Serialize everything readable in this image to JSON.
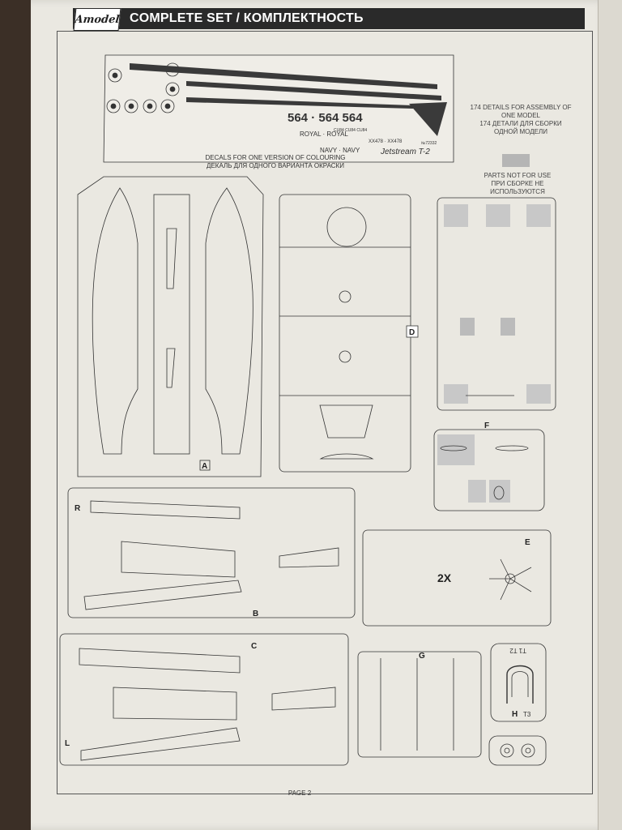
{
  "header": {
    "logo_text": "Amodel",
    "title": "COMPLETE SET / КОМПЛЕКТНОСТЬ"
  },
  "info": {
    "details_en": "174 DETAILS FOR ASSEMBLY OF ONE MODEL",
    "details_ru": "174 ДЕТАЛИ ДЛЯ СБОРКИ ОДНОЙ МОДЕЛИ",
    "not_used_en": "PARTS NOT FOR USE",
    "not_used_ru": "ПРИ СБОРКЕ НЕ ИСПОЛЬЗУЮТСЯ"
  },
  "decals": {
    "caption_en": "DECALS FOR ONE VERSION OF COLOURING",
    "caption_ru": "ДЕКАЛЬ ДЛЯ ОДНОГО ВАРИАНТА ОКРАСКИ",
    "code_big": "564 · 564 564",
    "royal": "ROYAL · ROYAL",
    "navy": "NAVY · NAVY",
    "serial": "XX478 · XX478",
    "cu": "CU84  CU84  CU84",
    "model_name": "Jetstream T-2",
    "kit_no": "№72332"
  },
  "sprues": {
    "A": "A",
    "B": "B",
    "C": "C",
    "D": "D",
    "E": "E",
    "F": "F",
    "G": "G",
    "H": "H",
    "L": "L",
    "R": "R",
    "two_x": "2X",
    "h_code_a": "T1 T2",
    "h_code_b": "T3"
  },
  "footer": {
    "page": "PAGE 2"
  }
}
